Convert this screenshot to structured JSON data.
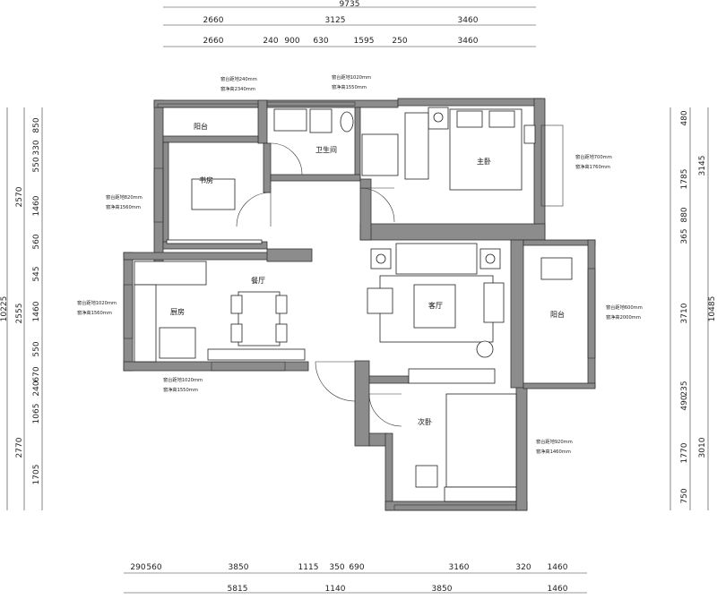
{
  "top_dims": {
    "total": "9735",
    "row1": [
      "2660",
      "3125",
      "3460"
    ],
    "row2": [
      "2660",
      "240",
      "900",
      "630",
      "1595",
      "250",
      "3460"
    ]
  },
  "bottom_dims": {
    "row1": [
      "290",
      "560",
      "3850",
      "1115",
      "350",
      "690",
      "3160",
      "320",
      "1460"
    ],
    "row2": [
      "5815",
      "1140",
      "3850",
      "1460"
    ]
  },
  "left_dims": {
    "total": "10225",
    "inner": [
      "850",
      "330",
      "550",
      "1460",
      "560",
      "545",
      "1460",
      "550",
      "670",
      "240",
      "1065",
      "1705"
    ],
    "outer": [
      "2570",
      "2555",
      "2770"
    ]
  },
  "right_dims": {
    "total": "10485",
    "inner": [
      "480",
      "1785",
      "880",
      "365",
      "3710",
      "235",
      "490",
      "1770",
      "750"
    ],
    "outer": [
      "3145",
      "3010"
    ]
  },
  "rooms": {
    "balcony_top": "阳台",
    "bathroom": "卫生间",
    "master_bedroom": "主卧",
    "study": "书房",
    "dining": "餐厅",
    "kitchen": "厨房",
    "living": "客厅",
    "balcony_right": "阳台",
    "second_bedroom": "次卧"
  },
  "notes": {
    "top_left": [
      "窗台距地240mm",
      "窗净高2340mm"
    ],
    "top_mid": [
      "窗台距地1020mm",
      "窗净高1550mm"
    ],
    "study": [
      "窗台距地820mm",
      "窗净高1560mm"
    ],
    "master": [
      "窗台距地700mm",
      "窗净高1760mm"
    ],
    "kitchen": [
      "窗台距地1020mm",
      "窗净高1560mm"
    ],
    "dining": [
      "窗台距地1020mm",
      "窗净高1550mm"
    ],
    "balcony": [
      "窗台距地600mm",
      "窗净高2000mm"
    ],
    "second": [
      "窗台距地920mm",
      "窗净高1460mm"
    ]
  }
}
